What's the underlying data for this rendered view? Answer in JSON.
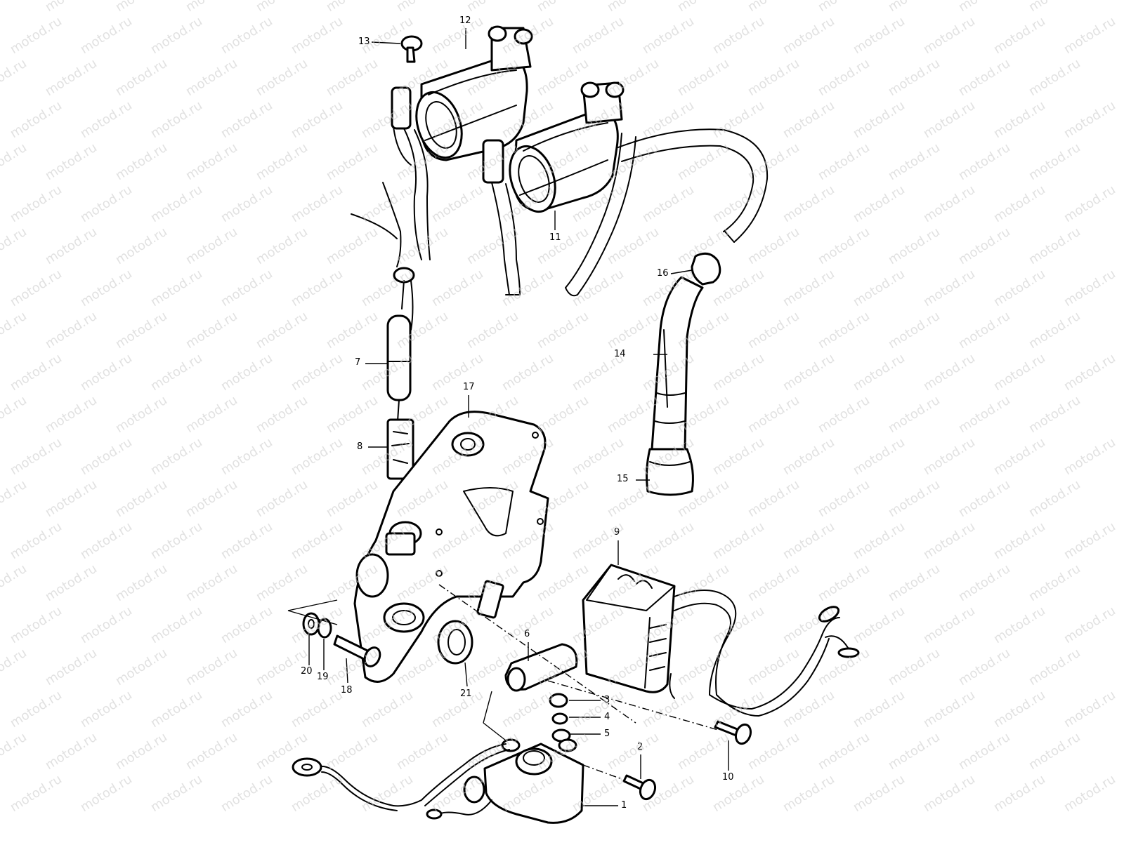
{
  "watermark": {
    "text": "motod.ru",
    "color": "#c9c9c9"
  },
  "diagram": {
    "style": "exploded parts line drawing",
    "line_color": "#000000",
    "background": "#ffffff",
    "parts": [
      {
        "key": "p1",
        "label": "1",
        "icon": "relay-icon"
      },
      {
        "key": "p2",
        "label": "2",
        "icon": "screw-icon"
      },
      {
        "key": "p3",
        "label": "3",
        "icon": "nut-icon"
      },
      {
        "key": "p4",
        "label": "4",
        "icon": "washer-icon"
      },
      {
        "key": "p5",
        "label": "5",
        "icon": "washer-icon"
      },
      {
        "key": "p6",
        "label": "6",
        "icon": "boot-icon"
      },
      {
        "key": "p7",
        "label": "7",
        "icon": "resistor-icon"
      },
      {
        "key": "p8",
        "label": "8",
        "icon": "connector-icon"
      },
      {
        "key": "p9",
        "label": "9",
        "icon": "rectifier-icon"
      },
      {
        "key": "p10",
        "label": "10",
        "icon": "screw-icon"
      },
      {
        "key": "p11",
        "label": "11",
        "icon": "ignition-coil-icon"
      },
      {
        "key": "p12",
        "label": "12",
        "icon": "ignition-coil-icon"
      },
      {
        "key": "p13",
        "label": "13",
        "icon": "screw-icon"
      },
      {
        "key": "p14",
        "label": "14",
        "icon": "cable-icon"
      },
      {
        "key": "p15",
        "label": "15",
        "icon": "plug-cap-icon"
      },
      {
        "key": "p16",
        "label": "16",
        "icon": "clamp-icon"
      },
      {
        "key": "p17",
        "label": "17",
        "icon": "bracket-icon"
      },
      {
        "key": "p18",
        "label": "18",
        "icon": "bolt-icon"
      },
      {
        "key": "p19",
        "label": "19",
        "icon": "washer-icon"
      },
      {
        "key": "p20",
        "label": "20",
        "icon": "washer-icon"
      },
      {
        "key": "p21",
        "label": "21",
        "icon": "grommet-icon"
      }
    ]
  }
}
